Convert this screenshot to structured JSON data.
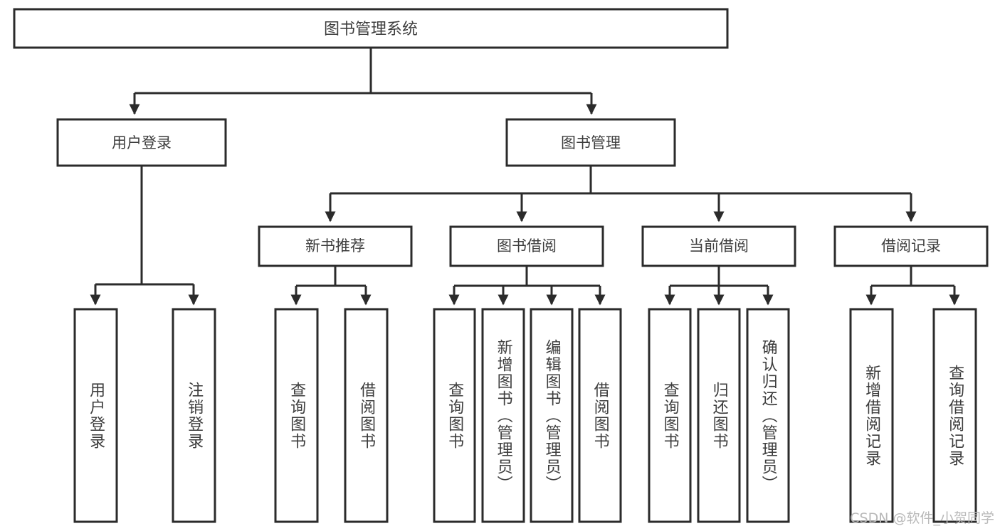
{
  "diagram": {
    "type": "tree",
    "title": "图书管理系统",
    "watermark": "CSDN @软件_小贺同学",
    "colors": {
      "box_stroke": "#2b2b2b",
      "box_fill": "#ffffff",
      "text": "#3d3d3d",
      "connector": "#2b2b2b",
      "watermark": "#b9b9b9"
    },
    "levels": {
      "root": {
        "label": "图书管理系统"
      },
      "level2": [
        {
          "label": "用户登录"
        },
        {
          "label": "图书管理"
        }
      ],
      "level3": [
        {
          "label": "新书推荐"
        },
        {
          "label": "图书借阅"
        },
        {
          "label": "当前借阅"
        },
        {
          "label": "借阅记录"
        }
      ],
      "leaves": [
        {
          "label": "用户登录",
          "parent": "用户登录"
        },
        {
          "label": "注销登录",
          "parent": "用户登录"
        },
        {
          "label": "查询图书",
          "parent": "新书推荐"
        },
        {
          "label": "借阅图书",
          "parent": "新书推荐"
        },
        {
          "label": "查询图书",
          "parent": "图书借阅"
        },
        {
          "label": "新增图书（管理员）",
          "parent": "图书借阅"
        },
        {
          "label": "编辑图书（管理员）",
          "parent": "图书借阅"
        },
        {
          "label": "借阅图书",
          "parent": "图书借阅"
        },
        {
          "label": "查询图书",
          "parent": "当前借阅"
        },
        {
          "label": "归还图书",
          "parent": "当前借阅"
        },
        {
          "label": "确认归还（管理员）",
          "parent": "当前借阅"
        },
        {
          "label": "新增借阅记录",
          "parent": "借阅记录"
        },
        {
          "label": "查询借阅记录",
          "parent": "借阅记录"
        }
      ]
    }
  }
}
